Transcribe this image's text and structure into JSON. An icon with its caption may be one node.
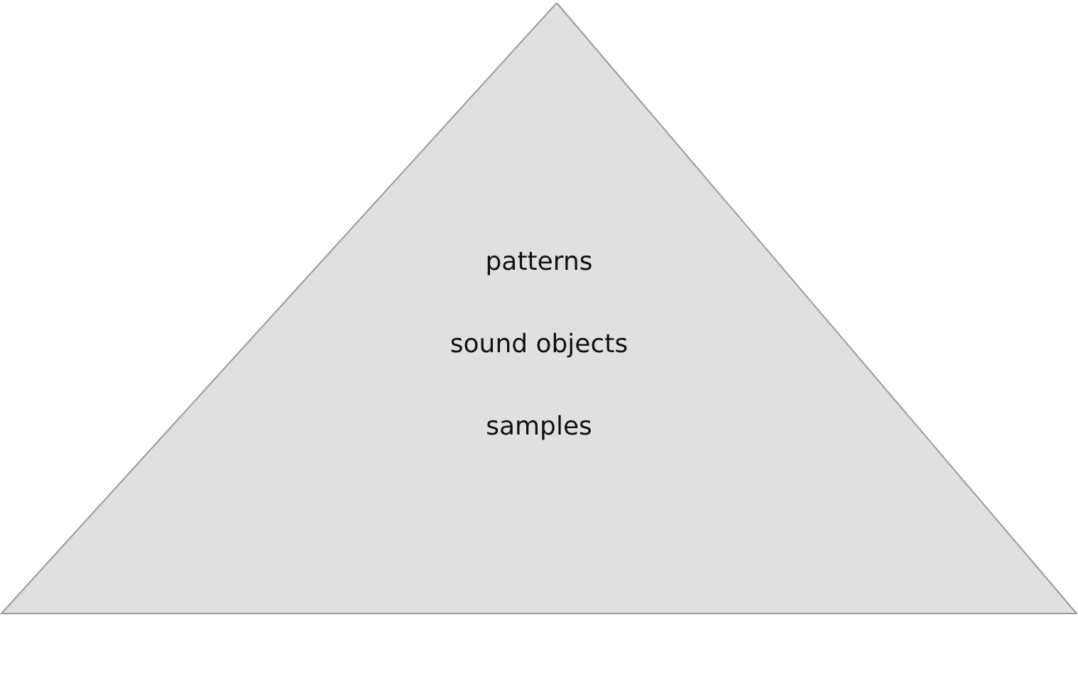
{
  "diagram": {
    "nodes": [
      {
        "text": [
          "patterns",
          "sound objects",
          "samples"
        ]
      }
    ]
  }
}
